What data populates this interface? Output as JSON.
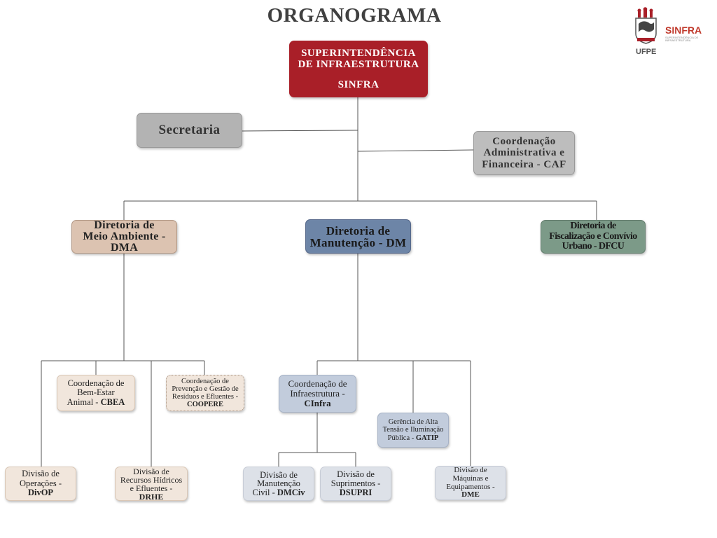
{
  "page": {
    "title": "ORGANOGRAMA"
  },
  "logo": {
    "acronym": "SINFRA",
    "subtitle": "SUPERINTENDÊNCIA DE INFRAESTRUTURA",
    "university": "UFPE"
  },
  "colors": {
    "sinfra": "#a91f28",
    "secretaria": "#b3b3b3",
    "caf": "#bdbdbd",
    "dma": "#dcc3b1",
    "dm": "#6d85a7",
    "dfcu": "#7c9a88",
    "lightTan": "#f1e6dc",
    "lightBlue": "#c2ccdc",
    "lightGray": "#dde1e8"
  },
  "nodes": {
    "sinfra": {
      "line1": "SUPERINTENDÊNCIA",
      "line2": "DE INFRAESTRUTURA",
      "line3": "SINFRA"
    },
    "secretaria": {
      "line1": "Secretaria"
    },
    "caf": {
      "line1": "Coordenação",
      "line2": "Administrativa e",
      "line3": "Financeira - CAF"
    },
    "dma": {
      "line1": "Diretoria de",
      "line2": "Meio Ambiente -",
      "line3": "DMA"
    },
    "dm": {
      "line1": "Diretoria de",
      "line2": "Manutenção - DM"
    },
    "dfcu": {
      "line1": "Diretoria de",
      "line2": "Fiscalização e Convívio",
      "line3": "Urbano - DFCU"
    },
    "cbea": {
      "line1": "Coordenação de",
      "line2": "Bem-Estar",
      "line3": "Animal - ",
      "acr": "CBEA"
    },
    "coopere": {
      "line1": "Coordenação de",
      "line2": "Prevenção e Gestão de",
      "line3": "Resíduos e Efluentes -",
      "acr": "COOPERE"
    },
    "divop": {
      "line1": "Divisão de",
      "line2": "Operações -",
      "acr": "DivOP"
    },
    "drhe": {
      "line1": "Divisão de",
      "line2": "Recursos Hídricos",
      "line3": "e Efluentes -",
      "acr": "DRHE"
    },
    "cinfra": {
      "line1": "Coordenação de",
      "line2": "Infraestrutura -",
      "acr": "CInfra"
    },
    "gatip": {
      "line1": "Gerência de Alta",
      "line2": "Tensão e Iluminação",
      "line3": "Pública - ",
      "acr": "GATIP"
    },
    "dme": {
      "line1": "Divisão de",
      "line2": "Máquinas e",
      "line3": "Equipamentos -",
      "acr": "DME"
    },
    "dmciv": {
      "line1": "Divisão de",
      "line2": "Manutenção",
      "line3": "Civil - ",
      "acr": "DMCiv"
    },
    "dsupri": {
      "line1": "Divisão de",
      "line2": "Suprimentos -",
      "acr": "DSUPRI"
    }
  }
}
